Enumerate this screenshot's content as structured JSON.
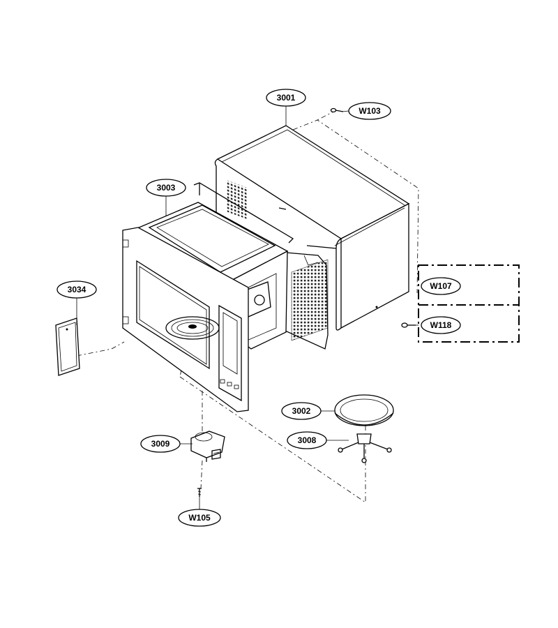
{
  "callouts": {
    "cabinet": "3001",
    "screw_top": "W103",
    "cavity": "3003",
    "cover": "3034",
    "box_w107": "W107",
    "box_w118": "W118",
    "tray": "3002",
    "roller": "3008",
    "motor": "3009",
    "screw_bottom": "W105"
  }
}
